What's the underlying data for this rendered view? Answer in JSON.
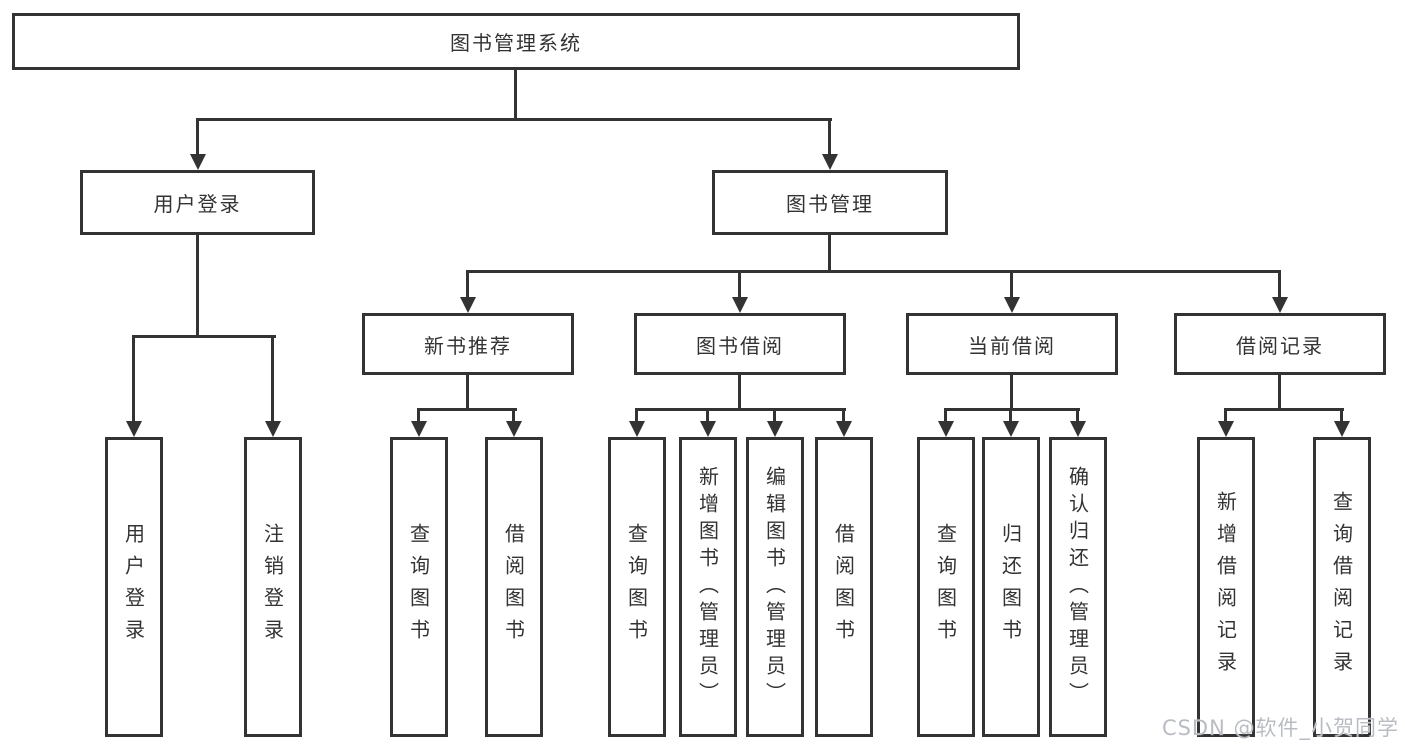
{
  "title": {
    "root": "图书管理系统"
  },
  "level2": {
    "user_login": "用户登录",
    "book_mgmt": "图书管理"
  },
  "level3": {
    "new_rec": "新书推荐",
    "borrow": "图书借阅",
    "current": "当前借阅",
    "records": "借阅记录"
  },
  "leaves": {
    "user_login": [
      "用户登录",
      "注销登录"
    ],
    "new_rec": [
      "查询图书",
      "借阅图书"
    ],
    "borrow": [
      "查询图书",
      "新增图书（管理员）",
      "编辑图书（管理员）",
      "借阅图书"
    ],
    "current": [
      "查询图书",
      "归还图书",
      "确认归还（管理员）"
    ],
    "records": [
      "新增借阅记录",
      "查询借阅记录"
    ]
  },
  "watermark": "CSDN @软件_小贺同学",
  "colors": {
    "line": "#333333",
    "text": "#333333",
    "watermark": "#b9bdc3",
    "background": "#ffffff"
  }
}
